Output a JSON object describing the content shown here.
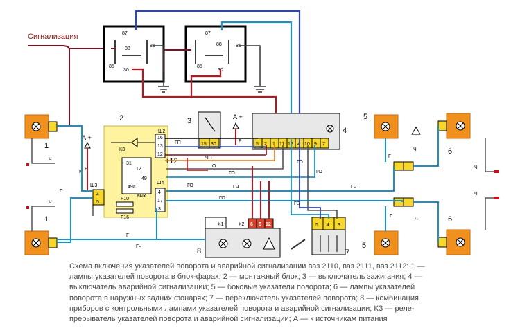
{
  "signal_label": "Сигнализация",
  "relay_left": {
    "pin87": "87",
    "pin88": "88",
    "pin86": "86",
    "pin85": "85",
    "pin30": "30"
  },
  "relay_right": {
    "pin87": "87",
    "pin88": "88",
    "pin86": "86",
    "pin85": "85",
    "pin30": "30"
  },
  "component_numbers": {
    "lamp_front_left": "1",
    "lamp_rear_left": "1",
    "mount_block": "2",
    "ignition_switch": "3",
    "hazard_switch": "4",
    "side_left": "5",
    "side_right": "5",
    "lamp_front_right": "6",
    "lamp_rear_right": "6",
    "turn_switch": "7",
    "cluster": "8"
  },
  "mount_block": {
    "sh2": "Ш2",
    "sh3": "Ш3",
    "sh4": "Ш4",
    "k3": "КЗ",
    "pins_right": [
      "16",
      "13",
      "12"
    ],
    "pins_left": [
      "4",
      "5"
    ],
    "pins_lower": [
      "4",
      "17",
      "3"
    ],
    "relay_pins": [
      "31",
      "12",
      "49",
      "49а"
    ],
    "relay_text": "вых",
    "fuses": [
      "F10",
      "F16"
    ],
    "plus12": "+12"
  },
  "ignition": {
    "pin3": "3",
    "pins": [
      "15",
      "30"
    ],
    "a_plus": "А +",
    "r": "Р"
  },
  "hazard": {
    "pins": [
      "5",
      "2",
      "1",
      "11",
      "12",
      "4",
      "10",
      "9",
      "7"
    ],
    "num": "4"
  },
  "cluster": {
    "x1": "Х1",
    "x2": "Х2",
    "pins": [
      "6",
      "5",
      "12"
    ]
  },
  "turn_switch": {
    "pins": [
      "5",
      "4",
      "3"
    ],
    "labels": [
      "ГБ",
      "ГО",
      "ГЧ"
    ]
  },
  "wires": {
    "ch": "Ч",
    "g": "Г",
    "gch": "ГЧ",
    "go": "ГО",
    "gb": "ГБ",
    "gp": "ГП",
    "chp": "ЧП",
    "o": "О",
    "k": "К",
    "r": "Р",
    "a_plus": "А +"
  },
  "colors": {
    "red_wire": "#c0141c",
    "dark_red": "#7a1020",
    "blue_wire": "#2b43c5",
    "cyan_wire": "#1e90c8",
    "lamp_orange": "#f0901e",
    "lamp_yellow": "#f7d82a",
    "block_yellow": "#fff3a0",
    "connector_red": "#d9412b"
  },
  "caption": "Схема включения указателей поворота и аварийной сигнализации ваз 2110, ваз 2111, ваз 2112: 1 — лампы указателей поворота в блок-фарах; 2 — монтажный блок; 3 — выключатель зажигания; 4 — выключатель аварийной сигнализации; 5 — боковые указатели поворота; 6 — лампы указателей поворота в наружных задних фонарях; 7 — переключатель указателей поворота; 8 — комбинация приборов с контрольными лампами указателей поворота и аварийной сигнализации; КЗ — реле-прерыватель указателей поворота и аварийной сигнализации; А — к источникам питания"
}
